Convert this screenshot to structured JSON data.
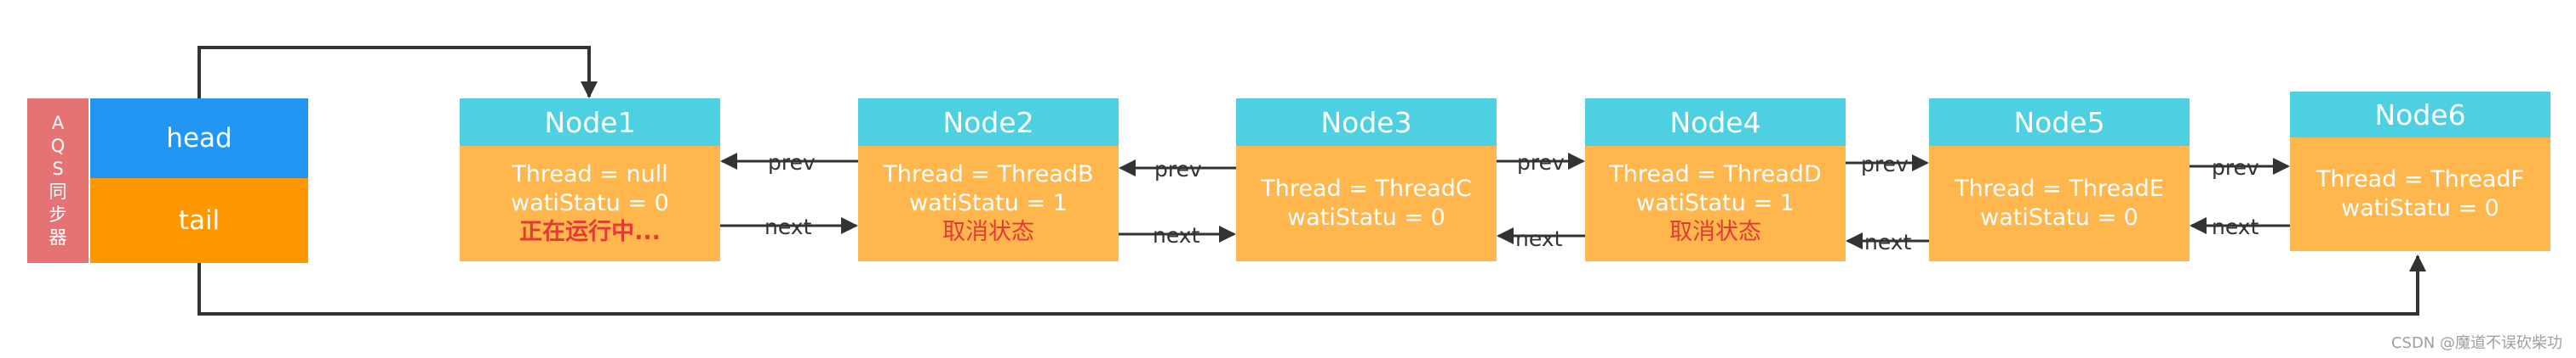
{
  "aqs": {
    "label_chars": [
      "A",
      "Q",
      "S",
      "同",
      "步",
      "器"
    ],
    "head_label": "head",
    "tail_label": "tail"
  },
  "nodes": [
    {
      "title": "Node1",
      "thread": "Thread = null",
      "wait": "watiStatu = 0",
      "status": "正在运行中..."
    },
    {
      "title": "Node2",
      "thread": "Thread = ThreadB",
      "wait": "watiStatu = 1",
      "status": "取消状态"
    },
    {
      "title": "Node3",
      "thread": "Thread = ThreadC",
      "wait": "watiStatu = 0",
      "status": ""
    },
    {
      "title": "Node4",
      "thread": "Thread = ThreadD",
      "wait": "watiStatu = 1",
      "status": "取消状态"
    },
    {
      "title": "Node5",
      "thread": "Thread = ThreadE",
      "wait": "watiStatu = 0",
      "status": ""
    },
    {
      "title": "Node6",
      "thread": "Thread = ThreadF",
      "wait": "watiStatu = 0",
      "status": ""
    }
  ],
  "links": {
    "prev_label": "prev",
    "next_label": "next"
  },
  "watermark": "CSDN @魔道不误砍柴功",
  "colors": {
    "aqs_label": "#e57373",
    "head": "#2196f3",
    "tail": "#ff9800",
    "node_header": "#4dd0e1",
    "node_body": "#ffb74d",
    "status_text": "#e53935",
    "arrow": "#333333"
  }
}
